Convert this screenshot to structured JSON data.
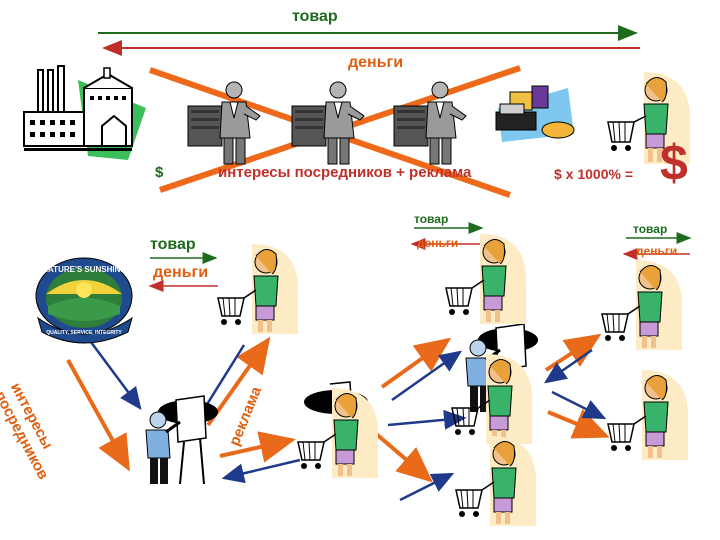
{
  "top_flow": {
    "goods_label": "товар",
    "money_label": "деньги",
    "dollar": "$",
    "middlemen_ads": "интересы посредников   + реклама",
    "markup": "$ х 1000% =",
    "big_dollar": "$"
  },
  "network": {
    "goods_left": "товар",
    "money_left": "деньги",
    "goods_mid": "товар",
    "money_mid": "деньги",
    "goods_right": "товар",
    "money_right": "деньги",
    "middlemen_vertical_1": "интересы",
    "middlemen_vertical_2": "посредников",
    "ads_vertical": "реклама"
  },
  "logo": {
    "brand": "NATURE'S SUNSHINE",
    "tagline": "QUALITY, SERVICE, INTEGRITY"
  },
  "colors": {
    "green": "#1e6b1e",
    "orange": "#e06010",
    "navy": "#1f3a8a",
    "cross": "#ee6a1a"
  }
}
